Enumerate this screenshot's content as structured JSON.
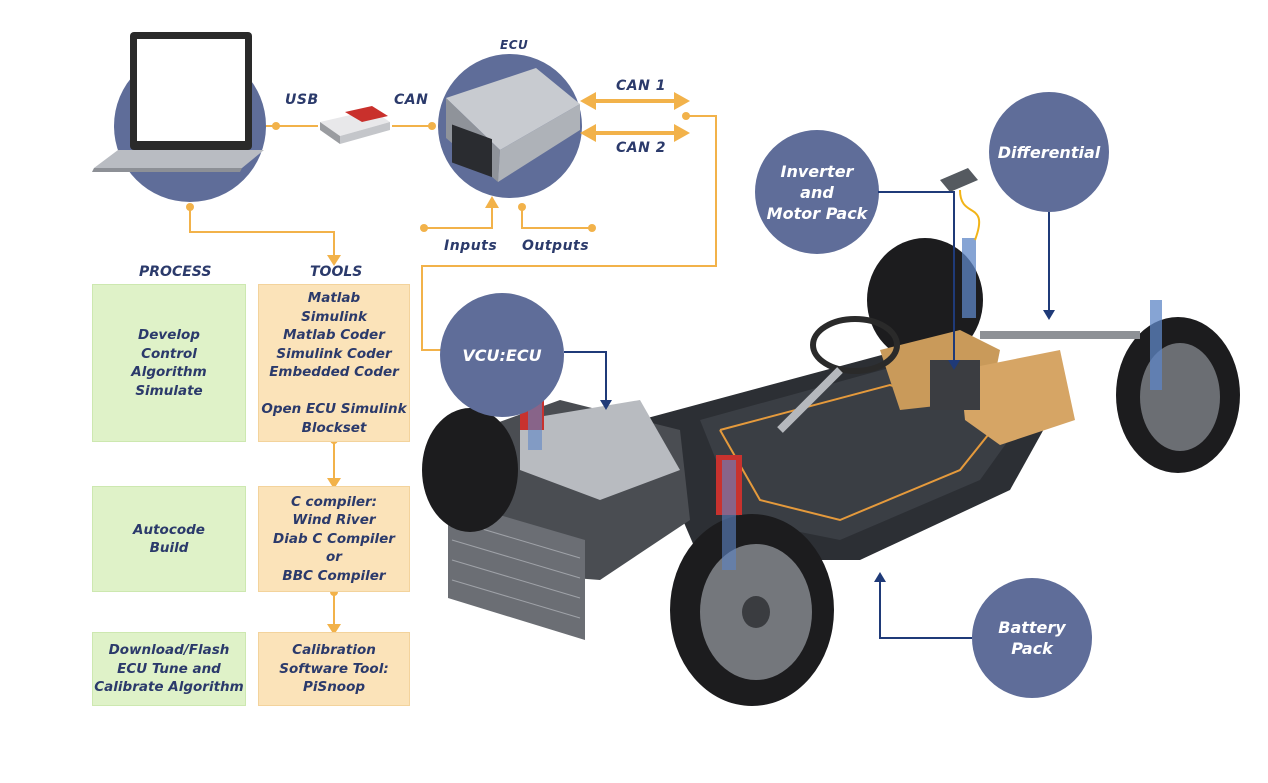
{
  "top": {
    "usb": "USB",
    "can": "CAN",
    "ecu": "ECU",
    "can1": "CAN 1",
    "can2": "CAN 2",
    "inputs": "Inputs",
    "outputs": "Outputs"
  },
  "headers": {
    "process": "PROCESS",
    "tools": "TOOLS"
  },
  "process_boxes": [
    "Develop\nControl\nAlgorithm\nSimulate",
    "Autocode\nBuild",
    "Download/Flash\nECU Tune and\nCalibrate Algorithm"
  ],
  "tool_boxes": [
    "Matlab\nSimulink\nMatlab Coder\nSimulink Coder\nEmbedded Coder\n\nOpen ECU Simulink\nBlockset",
    "C compiler:\nWind River\nDiab C Compiler\nor\nBBC Compiler",
    "Calibration\nSoftware Tool:\nPiSnoop"
  ],
  "callouts": {
    "vcu": "VCU:ECU",
    "inverter": "Inverter\nand\nMotor Pack",
    "differential": "Differential",
    "battery": "Battery\nPack"
  },
  "colors": {
    "circle": "#5f6d99",
    "connector": "#f2b24a",
    "text": "#2b3a6b",
    "process_fill": "#dff2c8",
    "tool_fill": "#fbe3b9"
  }
}
